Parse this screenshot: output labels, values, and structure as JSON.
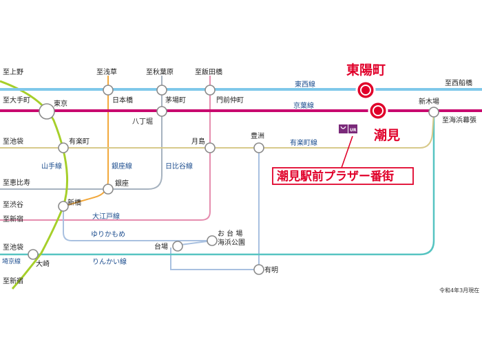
{
  "highlight": {
    "toyocho": "東陽町",
    "shiomi": "潮見",
    "plaza": "潮見駅前プラザー番街",
    "brand": "UR"
  },
  "lines": {
    "tozai": "東西線",
    "keiyo": "京葉線",
    "yurakucho": "有楽町線",
    "yamanote": "山手線",
    "ginza": "銀座線",
    "hibiya": "日比谷線",
    "oedo": "大江戸線",
    "yurikamome": "ゆりかもめ",
    "rinkai": "りんかい線",
    "saikyo": "埼京線"
  },
  "stations": {
    "tokyo": "東京",
    "nihonbashi": "日本橋",
    "kayabacho": "茅場町",
    "hatchobori": "八丁堀",
    "monzen": "門前仲町",
    "yurakucho": "有楽町",
    "tsukishima": "月島",
    "toyosu": "豊洲",
    "shinkiba": "新木場",
    "ginza": "銀座",
    "shimbashi": "新橋",
    "odaiba": "お 台 場",
    "kaihin": "海浜公園",
    "daiba": "台場",
    "ariake": "有明",
    "osaki": "大崎"
  },
  "directions": {
    "ueno": "至上野",
    "otemachi": "至大手町",
    "ikebukuro1": "至池袋",
    "ebisu": "至恵比寿",
    "shibuya": "至渋谷",
    "shinjuku1": "至新宿",
    "ikebukuro2": "至池袋",
    "shinjuku2": "至新宿",
    "asakusa": "至浅草",
    "akihabara": "至秋葉原",
    "iidabashi": "至飯田橋",
    "nishifunabashi": "至西船橋",
    "kaihinmakuhari": "至海浜幕張"
  },
  "footnote": "令和4年3月現在",
  "colors": {
    "tozai": "#7fc8ea",
    "keiyo": "#c8076e",
    "yurakucho": "#d7c98a",
    "yamanote": "#a6cf2a",
    "ginza": "#f2a83c",
    "hibiya": "#a6b2bf",
    "oedo": "#e58cae",
    "yurikamome": "#a8c0e0",
    "rinkai": "#56c4c1",
    "marker": "#e0002a"
  }
}
